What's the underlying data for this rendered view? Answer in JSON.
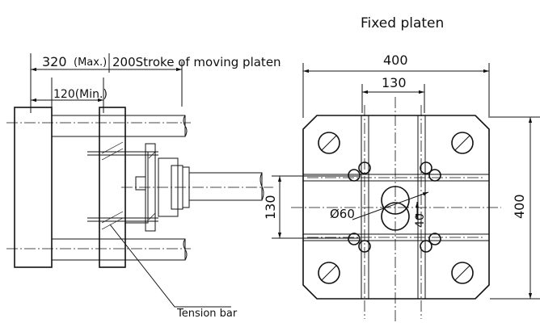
{
  "title": "Fixed platen",
  "left_view": {
    "max_label": "320",
    "max_suffix": "(Max.)",
    "stroke_label": "200Stroke of moving platen",
    "min_label": "120(Min.)",
    "tension_bar_label": "Tension bar"
  },
  "right_view": {
    "width_400": "400",
    "width_130": "130",
    "height_130": "130",
    "height_400": "400",
    "hole_diameter": "Ø60",
    "offset_40": "40"
  }
}
